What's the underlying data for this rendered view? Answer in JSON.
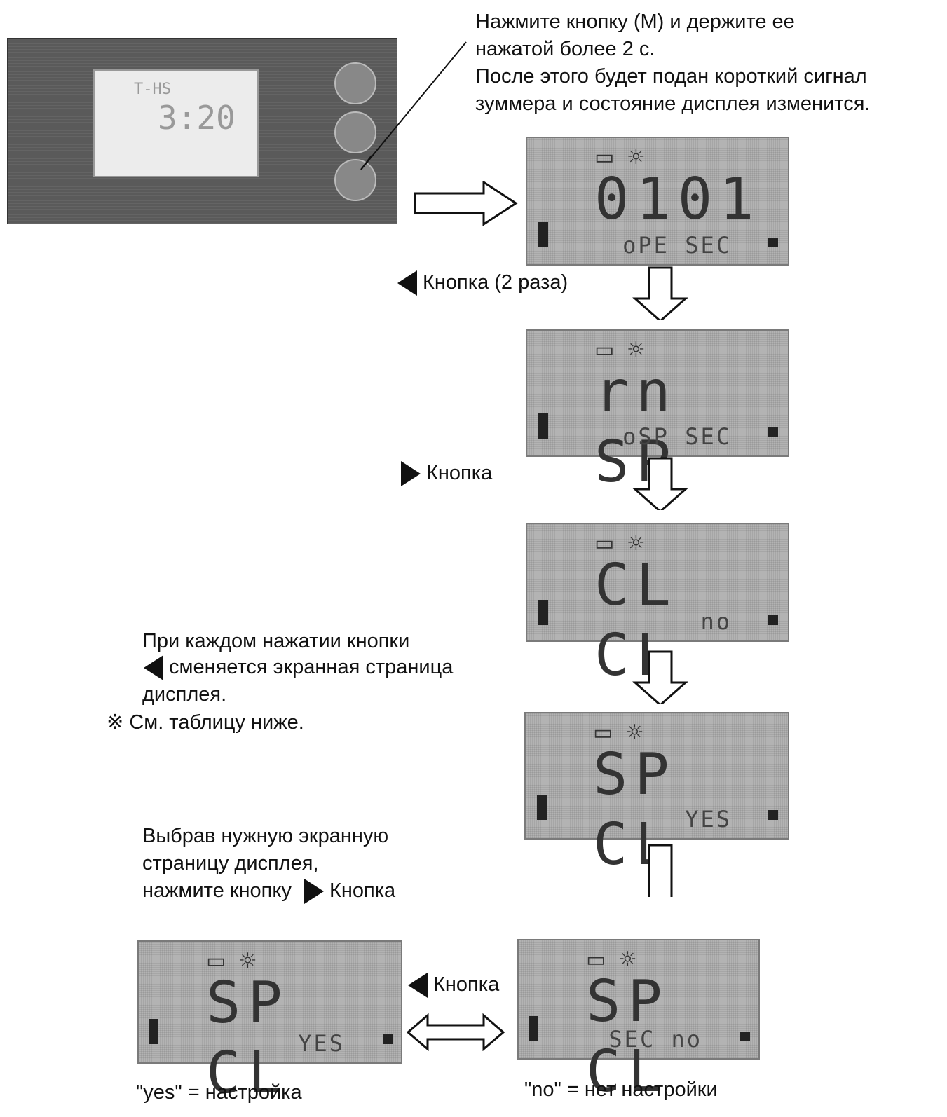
{
  "instructions": {
    "top_lines": [
      "Нажмите кнопку (M) и держите ее",
      "нажатой более 2 с.",
      "После этого будет подан короткий сигнал",
      "зуммера и состояние дисплея изменится."
    ],
    "step1_label": "Кнопка (2 раза)",
    "step2_label": "Кнопка",
    "note_lines": [
      "При каждом нажатии кнопки",
      "сменяется экранная страница",
      "дисплея.",
      "См. таблицу ниже."
    ],
    "note_symbol": "※",
    "select_lines": [
      "Выбрав нужную экранную",
      "страницу дисплея,",
      "нажмите кнопку"
    ],
    "select_button_label": "Кнопка",
    "toggle_label": "Кнопка",
    "yes_caption": "\"yes\" = настройка",
    "no_caption": "\"no\" = нет настройки"
  },
  "photo": {
    "display_line1": "T-HS",
    "display_line2": "3:20"
  },
  "screens": [
    {
      "main": "0101",
      "sub": "oPE SEC"
    },
    {
      "main": "rn SP",
      "sub": "oSP SEC"
    },
    {
      "main": "CL CL",
      "sub": "no"
    },
    {
      "main": "SP CL",
      "sub": "YES"
    },
    {
      "main": "SP CL",
      "sub": "SEC  no"
    },
    {
      "main": "SP CL",
      "sub": "     YES"
    }
  ],
  "icons": {
    "panel": "battery-icon",
    "bulb": "lamp-icon"
  }
}
